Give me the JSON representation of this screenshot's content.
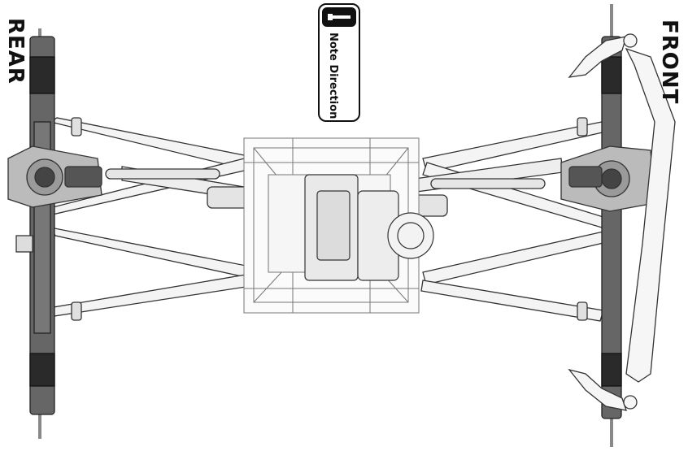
{
  "labels": {
    "rear": "REAR",
    "front": "FRONT",
    "note": "Note Direction"
  },
  "icons": {
    "note": "screw-icon"
  },
  "colors": {
    "line": "#333333",
    "axle_fill": "#555555",
    "part_fill": "#f2f2f2",
    "dark_part": "#2a2a2a"
  }
}
